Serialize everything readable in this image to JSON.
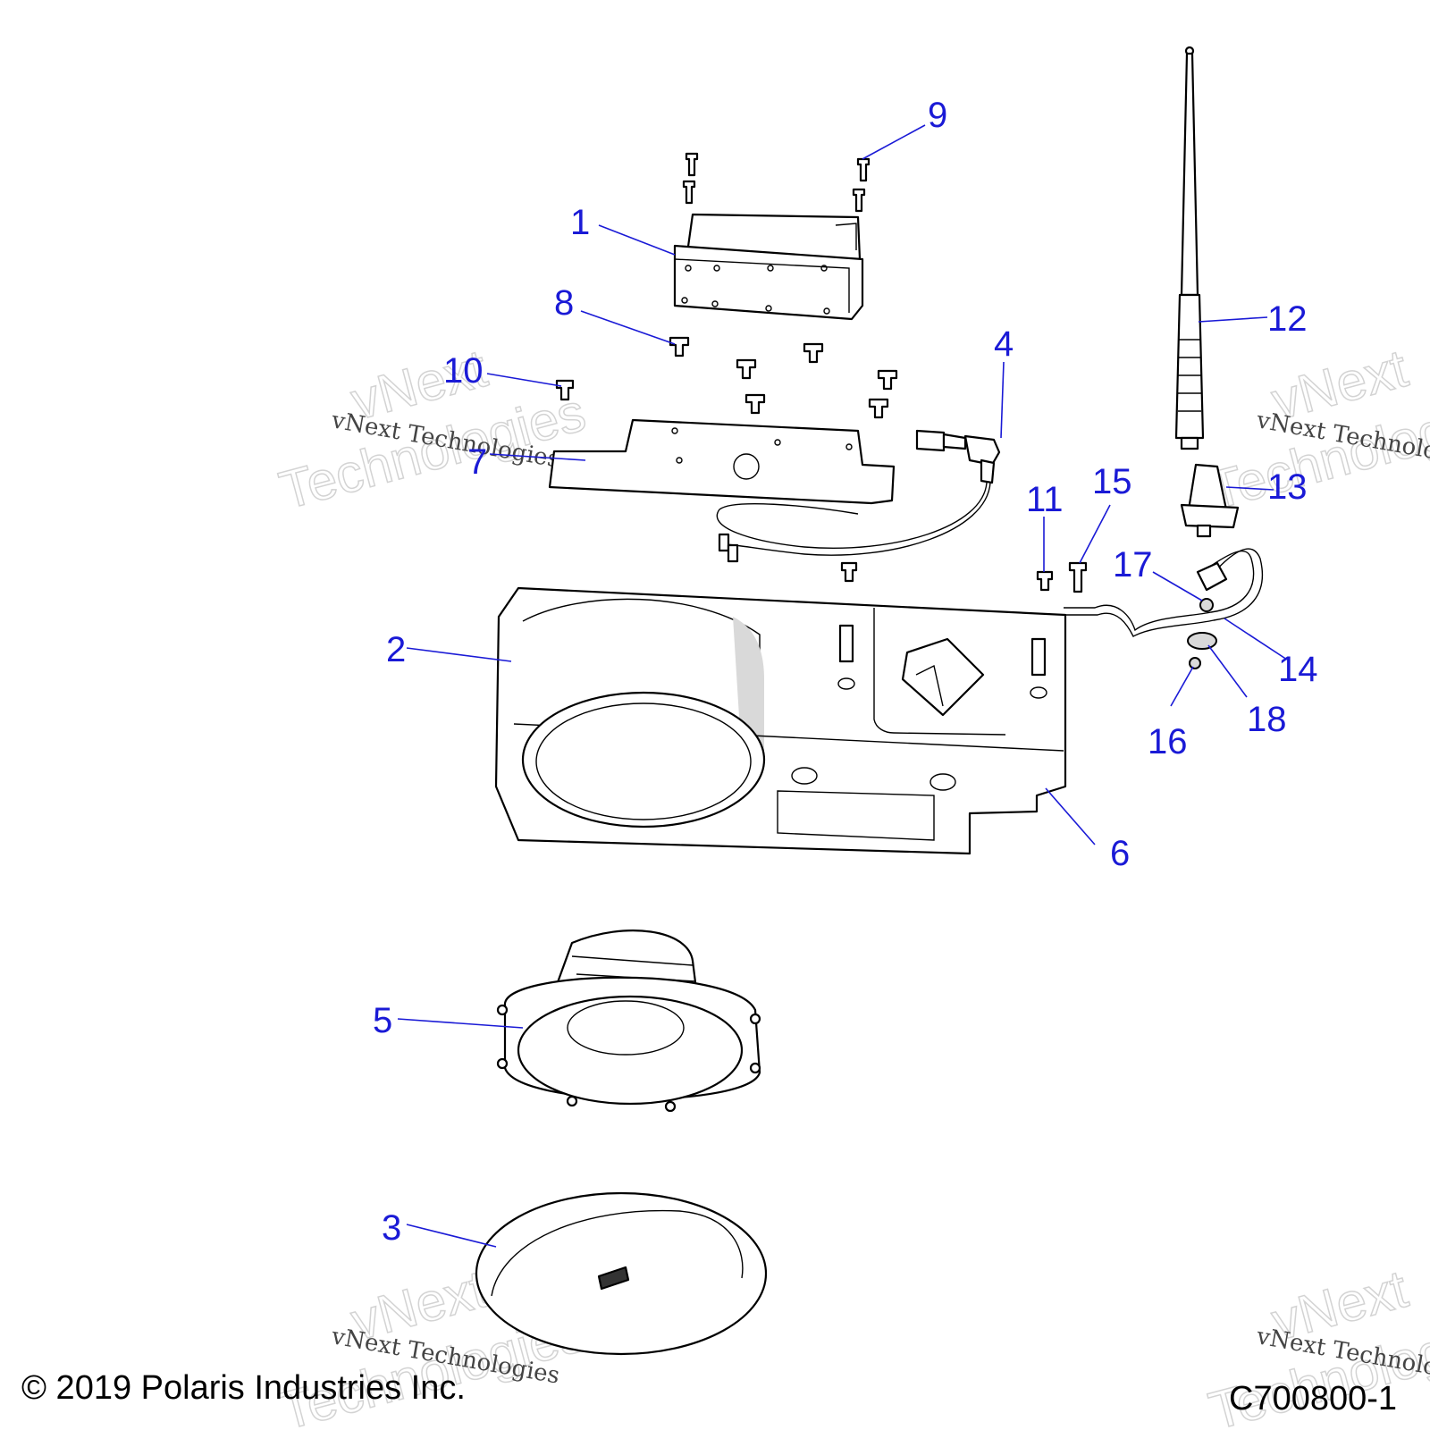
{
  "callouts": [
    {
      "id": "1",
      "label": "1"
    },
    {
      "id": "2",
      "label": "2"
    },
    {
      "id": "3",
      "label": "3"
    },
    {
      "id": "4",
      "label": "4"
    },
    {
      "id": "5",
      "label": "5"
    },
    {
      "id": "6",
      "label": "6"
    },
    {
      "id": "7",
      "label": "7"
    },
    {
      "id": "8",
      "label": "8"
    },
    {
      "id": "9",
      "label": "9"
    },
    {
      "id": "10",
      "label": "10"
    },
    {
      "id": "11",
      "label": "11"
    },
    {
      "id": "12",
      "label": "12"
    },
    {
      "id": "13",
      "label": "13"
    },
    {
      "id": "14",
      "label": "14"
    },
    {
      "id": "15",
      "label": "15"
    },
    {
      "id": "16",
      "label": "16"
    },
    {
      "id": "17",
      "label": "17"
    },
    {
      "id": "18",
      "label": "18"
    }
  ],
  "watermark": {
    "big_line1": "vNext",
    "big_line2": "Technologies",
    "small": "vNext Technologies"
  },
  "footer": {
    "copyright": "© 2019 Polaris Industries Inc.",
    "drawing_id": "C700800-1"
  },
  "colors": {
    "callout": "#1a1ad6",
    "line": "#000000"
  }
}
